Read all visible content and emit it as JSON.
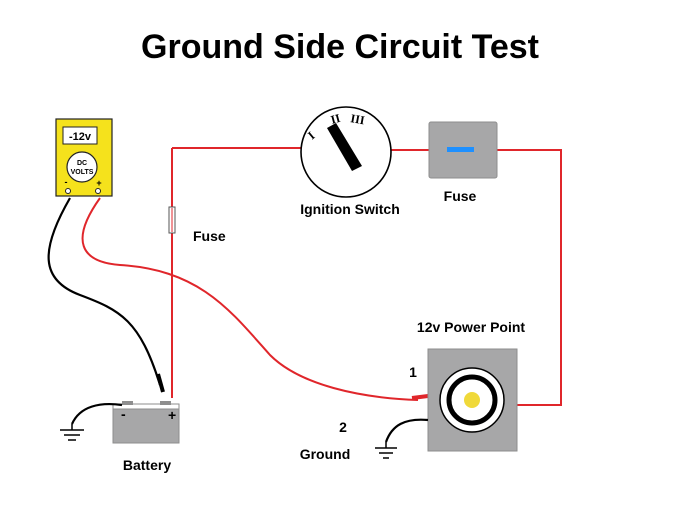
{
  "title": "Ground Side Circuit Test",
  "labels": {
    "ignition_switch": "Ignition Switch",
    "fuse_top": "Fuse",
    "fuse_left": "Fuse",
    "power_point": "12v Power Point",
    "battery": "Battery",
    "ground": "Ground",
    "point_1": "1",
    "point_2": "2"
  },
  "meter": {
    "reading": "-12v",
    "mode_line1": "DC",
    "mode_line2": "VOLTS",
    "neg_terminal": "-",
    "pos_terminal": "+"
  },
  "ignition_positions": [
    "I",
    "II",
    "III"
  ],
  "battery_terminals": {
    "neg": "-",
    "pos": "+"
  },
  "colors": {
    "wire_red": "#e0262b",
    "wire_black": "#000000",
    "meter_body": "#f5e21c",
    "component_gray": "#a7a7a8",
    "fuse_blue": "#1e90ff",
    "power_point_socket": "#f0d93a"
  }
}
